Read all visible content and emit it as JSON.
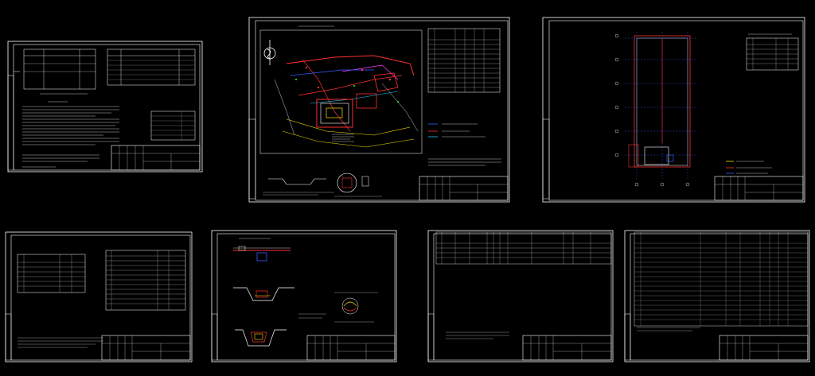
{
  "app": {
    "background": "#000000",
    "line_color": "#ffffff",
    "accent_red": "#ff2020",
    "accent_blue": "#3050ff",
    "accent_cyan": "#20c8ff",
    "accent_yellow": "#ffe000",
    "accent_green": "#20ff40",
    "accent_magenta": "#ff30ff"
  },
  "sheets": [
    {
      "id": "general-data"
    },
    {
      "id": "site-plan"
    },
    {
      "id": "floor-plan"
    },
    {
      "id": "schedule-left"
    },
    {
      "id": "details"
    },
    {
      "id": "cable-table"
    },
    {
      "id": "spec-table"
    }
  ]
}
